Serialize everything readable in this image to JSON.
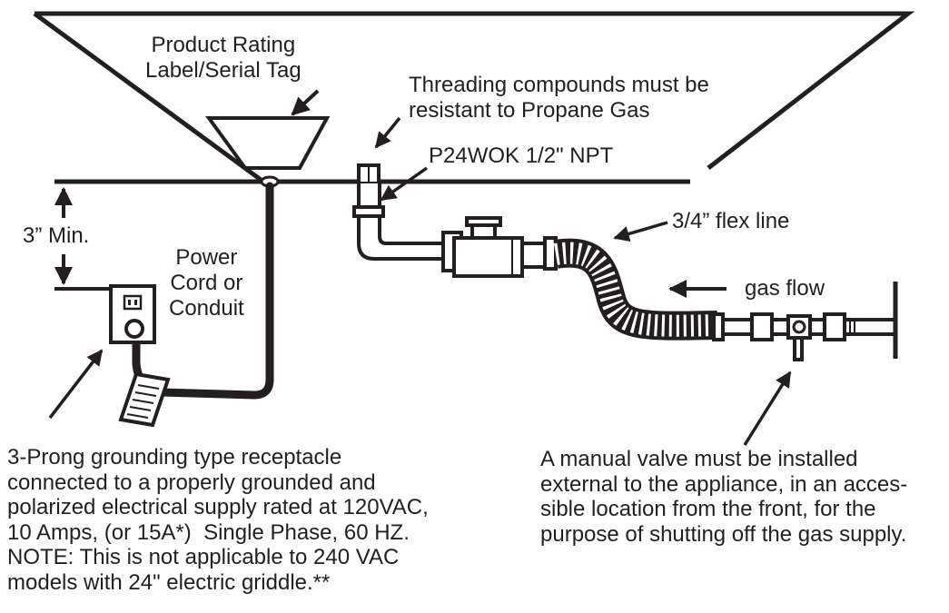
{
  "labels": {
    "product_rating": "Product Rating\nLabel/Serial Tag",
    "threading": "Threading compounds must be\nresistant to Propane Gas",
    "fitting": "P24WOK 1/2\" NPT",
    "flex_line": "3/4” flex line",
    "clearance": "3” Min.",
    "power_cord": "Power\nCord or\nConduit",
    "gas_flow": "gas flow",
    "receptacle_note": "3-Prong grounding type receptacle\nconnected to a properly grounded and\npolarized electrical supply rated at 120VAC,\n10 Amps, (or 15A*)  Single Phase, 60 HZ.\nNOTE: This is not applicable to 240 VAC\nmodels with 24\" electric griddle.**",
    "valve_note": "A manual valve must be installed\nexternal to the appliance, in an acces-\nsible location from the front, for the\npurpose of shutting off the gas supply."
  },
  "colors": {
    "line": "#231f20",
    "background": "#ffffff"
  }
}
